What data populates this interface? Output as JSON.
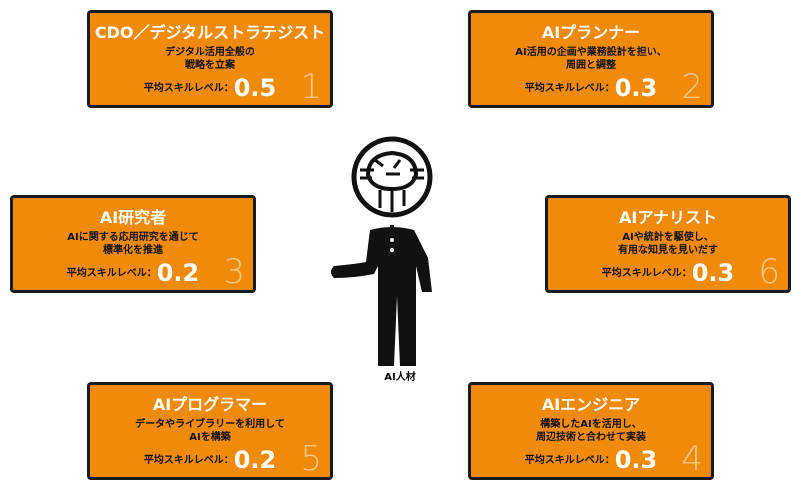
{
  "center": {
    "label": "AI人材"
  },
  "roles": [
    {
      "number": "1",
      "title": "CDO／デジタルストラテジスト",
      "desc": [
        "デジタル活用全般の",
        "戦略を立案"
      ],
      "level_label": "平均スキルレベル：",
      "level": "0.5"
    },
    {
      "number": "2",
      "title": "AIプランナー",
      "desc": [
        "AI活用の企画や業務設計を担い、",
        "周囲と調整"
      ],
      "level_label": "平均スキルレベル：",
      "level": "0.3"
    },
    {
      "number": "3",
      "title": "AI研究者",
      "desc": [
        "AIに関する応用研究を通じて",
        "標準化を推進"
      ],
      "level_label": "平均スキルレベル：",
      "level": "0.2"
    },
    {
      "number": "6",
      "title": "AIアナリスト",
      "desc": [
        "AIや統計を駆使し、",
        "有用な知見を見いだす"
      ],
      "level_label": "平均スキルレベル：",
      "level": "0.3"
    },
    {
      "number": "5",
      "title": "AIプログラマー",
      "desc": [
        "データやライブラリーを利用して",
        "AIを構築"
      ],
      "level_label": "平均スキルレベル：",
      "level": "0.2"
    },
    {
      "number": "4",
      "title": "AIエンジニア",
      "desc": [
        "構築したAIを活用し、",
        "周辺技術と合わせて実装"
      ],
      "level_label": "平均スキルレベル：",
      "level": "0.3"
    }
  ]
}
